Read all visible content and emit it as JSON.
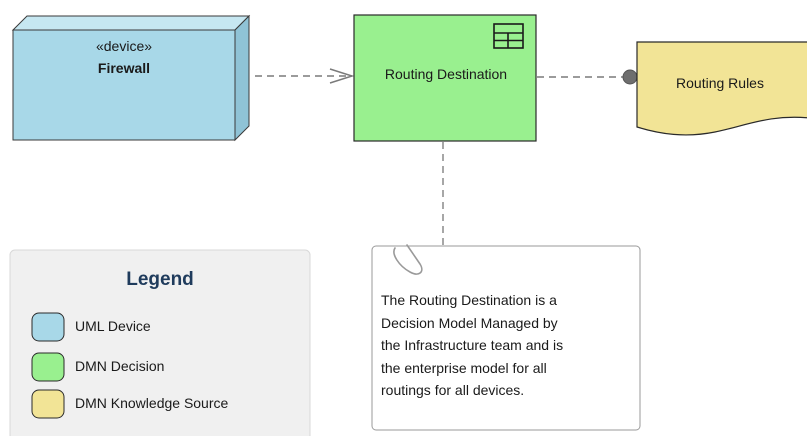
{
  "diagram": {
    "nodes": {
      "firewall": {
        "stereotype": "«device»",
        "name": "Firewall",
        "fill": "#a8d8e8",
        "side_fill": "#8fc3d6"
      },
      "routing_destination": {
        "name": "Routing Destination",
        "icon": "decision-table-icon",
        "fill": "#99f08f"
      },
      "routing_rules": {
        "name": "Routing Rules",
        "fill": "#f2e496"
      }
    },
    "connectors": [
      {
        "from": "firewall",
        "to": "routing_destination",
        "style": "dashed",
        "head": "open-arrow"
      },
      {
        "from": "routing_destination",
        "to": "routing_rules",
        "style": "dashed",
        "head": "filled-circle"
      },
      {
        "from": "routing_destination",
        "to": "note",
        "style": "dashed",
        "head": "none"
      }
    ],
    "note": {
      "icon": "paperclip-icon",
      "lines": [
        "The Routing Destination is a",
        "Decision Model Managed by",
        "the Infrastructure team and is",
        "the enterprise model for all",
        "routings for all devices."
      ]
    },
    "legend": {
      "title": "Legend",
      "items": [
        {
          "label": "UML Device",
          "color": "#a8d8e8"
        },
        {
          "label": "DMN Decision",
          "color": "#99f08f"
        },
        {
          "label": "DMN Knowledge Source",
          "color": "#f2e496"
        }
      ]
    }
  }
}
